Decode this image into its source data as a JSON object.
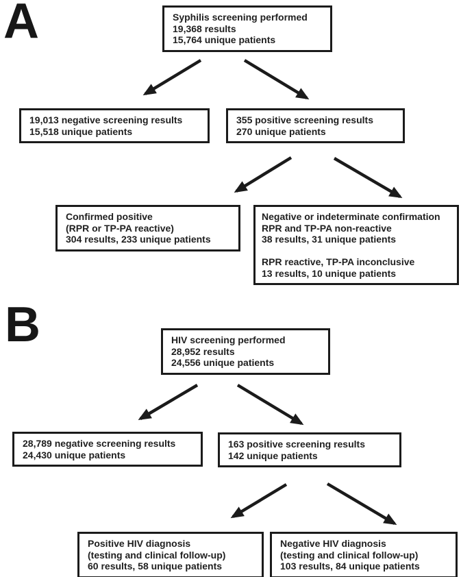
{
  "figure": {
    "background_color": "#ffffff",
    "ink_color": "#1b1b1b",
    "description": "Two-panel screening flow diagram"
  },
  "panels": [
    {
      "label": "A",
      "topic": "Syphilis screening",
      "boxes": [
        {
          "id": "syphilis-screening",
          "lines": [
            "Syphilis screening performed",
            "19,368 results",
            "15,764 unique patients"
          ]
        },
        {
          "id": "syphilis-negative-screening",
          "lines": [
            "19,013 negative screening results",
            "15,518 unique patients"
          ]
        },
        {
          "id": "syphilis-positive-screening",
          "lines": [
            "355 positive screening results",
            "270 unique patients"
          ]
        },
        {
          "id": "syphilis-confirmed-positive",
          "lines": [
            "Confirmed positive",
            "(RPR or TP-PA reactive)",
            "304 results, 233 unique patients"
          ]
        },
        {
          "id": "syphilis-negative-indeterminate-confirmation",
          "lines": [
            "Negative or indeterminate confirmation",
            "RPR and TP-PA non-reactive",
            "38 results, 31 unique patients",
            "",
            "RPR reactive, TP-PA inconclusive",
            "13 results, 10 unique patients"
          ]
        }
      ],
      "edges": [
        {
          "from": "syphilis-screening",
          "to": "syphilis-negative-screening"
        },
        {
          "from": "syphilis-screening",
          "to": "syphilis-positive-screening"
        },
        {
          "from": "syphilis-positive-screening",
          "to": "syphilis-confirmed-positive"
        },
        {
          "from": "syphilis-positive-screening",
          "to": "syphilis-negative-indeterminate-confirmation"
        }
      ]
    },
    {
      "label": "B",
      "topic": "HIV screening",
      "boxes": [
        {
          "id": "hiv-screening",
          "lines": [
            "HIV screening performed",
            "28,952 results",
            "24,556 unique patients"
          ]
        },
        {
          "id": "hiv-negative-screening",
          "lines": [
            "28,789 negative screening results",
            "24,430 unique patients"
          ]
        },
        {
          "id": "hiv-positive-screening",
          "lines": [
            "163 positive screening results",
            "142 unique patients"
          ]
        },
        {
          "id": "hiv-positive-diagnosis",
          "lines": [
            "Positive HIV diagnosis",
            "(testing and clinical follow-up)",
            "60 results, 58 unique patients"
          ]
        },
        {
          "id": "hiv-negative-diagnosis",
          "lines": [
            "Negative HIV diagnosis",
            "(testing and clinical follow-up)",
            "103 results, 84 unique patients"
          ]
        }
      ],
      "edges": [
        {
          "from": "hiv-screening",
          "to": "hiv-negative-screening"
        },
        {
          "from": "hiv-screening",
          "to": "hiv-positive-screening"
        },
        {
          "from": "hiv-positive-screening",
          "to": "hiv-positive-diagnosis"
        },
        {
          "from": "hiv-positive-screening",
          "to": "hiv-negative-diagnosis"
        }
      ]
    }
  ]
}
